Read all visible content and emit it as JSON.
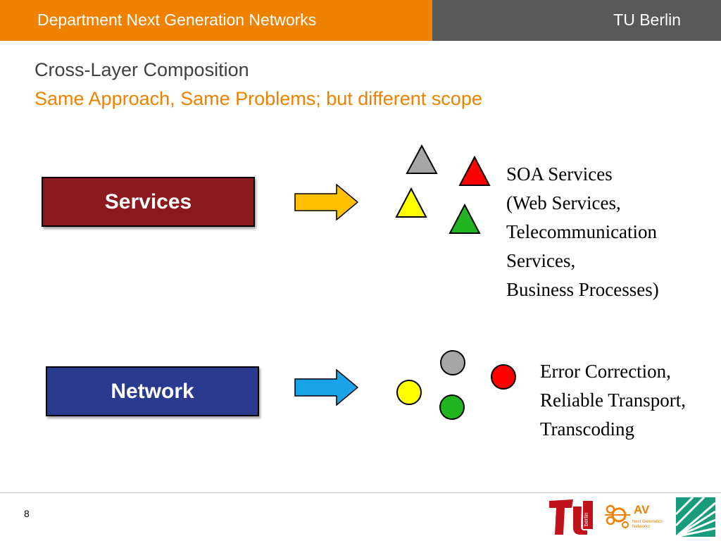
{
  "header": {
    "title": "Department Next Generation Networks",
    "org": "TU Berlin",
    "colors": {
      "left": "#ee8100",
      "right": "#595959"
    }
  },
  "slide": {
    "title": "Cross-Layer Composition",
    "subtitle": "Same Approach, Same Problems; but different scope"
  },
  "services": {
    "label": "Services",
    "color": "#8b1a1f",
    "arrow_color": "#ffc000",
    "description_lines": [
      "SOA Services",
      "(Web Services,",
      "Telecommunication",
      "Services,",
      "Business Processes)"
    ],
    "triangle_colors": [
      "#a6a6a6",
      "#ff0000",
      "#ffff00",
      "#22b522"
    ]
  },
  "network": {
    "label": "Network",
    "color": "#2a3a8f",
    "arrow_color": "#1aa3e8",
    "description_lines": [
      "Error Correction,",
      "Reliable Transport,",
      "Transcoding"
    ],
    "circle_colors": [
      "#a6a6a6",
      "#ff0000",
      "#ffff00",
      "#22b522"
    ]
  },
  "footer": {
    "page_number": "8",
    "logos": {
      "tu_logo_text": "TU berlin",
      "av_label": "AV",
      "av_sub": "Next Generation Networks"
    }
  }
}
